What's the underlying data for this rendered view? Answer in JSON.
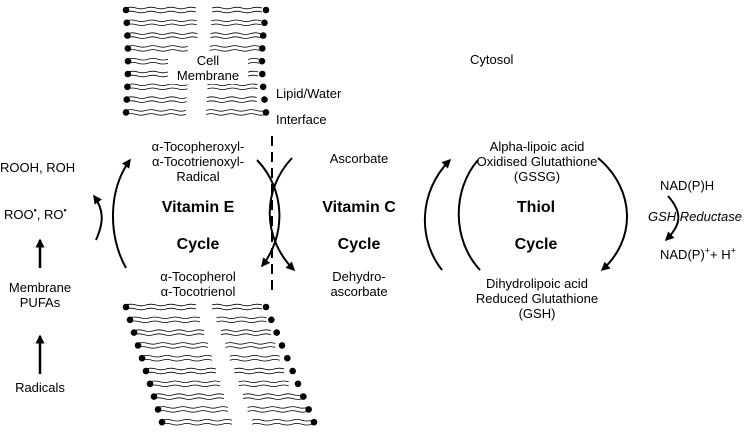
{
  "membrane": {
    "label_line1": "Cell",
    "label_line2": "Membrane"
  },
  "regions": {
    "cytosol": "Cytosol",
    "interface_line1": "Lipid/Water",
    "interface_line2": "Interface"
  },
  "vitamin_e_cycle": {
    "name": "Vitamin E",
    "cycle": "Cycle",
    "oxidized_line1": "α-Tocopheroxyl-",
    "oxidized_line2": "α-Tocotrienoxyl-",
    "oxidized_line3": "Radical",
    "reduced_line1": "α-Tocopherol",
    "reduced_line2": "α-Tocotrienol"
  },
  "vitamin_c_cycle": {
    "name": "Vitamin C",
    "cycle": "Cycle",
    "reduced": "Ascorbate",
    "oxidized_line1": "Dehydro-",
    "oxidized_line2": "ascorbate"
  },
  "thiol_cycle": {
    "name": "Thiol",
    "cycle": "Cycle",
    "oxidized_line1": "Alpha-lipoic acid",
    "oxidized_line2": "Oxidised Glutathione",
    "oxidized_line3": "(GSSG)",
    "reduced_line1": "Dihydrolipoic acid",
    "reduced_line2": "Reduced Glutathione",
    "reduced_line3": "(GSH)"
  },
  "reductase": {
    "donor": "NAD(P)H",
    "enzyme": "GSH Reductase",
    "product_base": "NAD(P)",
    "product_sup": "+",
    "product_mid": "+ H",
    "product_sup2": "+"
  },
  "chain": {
    "products": "ROOH, ROH",
    "radicals_base1": "ROO",
    "radicals_sup1": "•",
    "radicals_mid": ", RO",
    "radicals_sup2": "•",
    "pufa_line1": "Membrane",
    "pufa_line2": "PUFAs",
    "start": "Radicals"
  }
}
